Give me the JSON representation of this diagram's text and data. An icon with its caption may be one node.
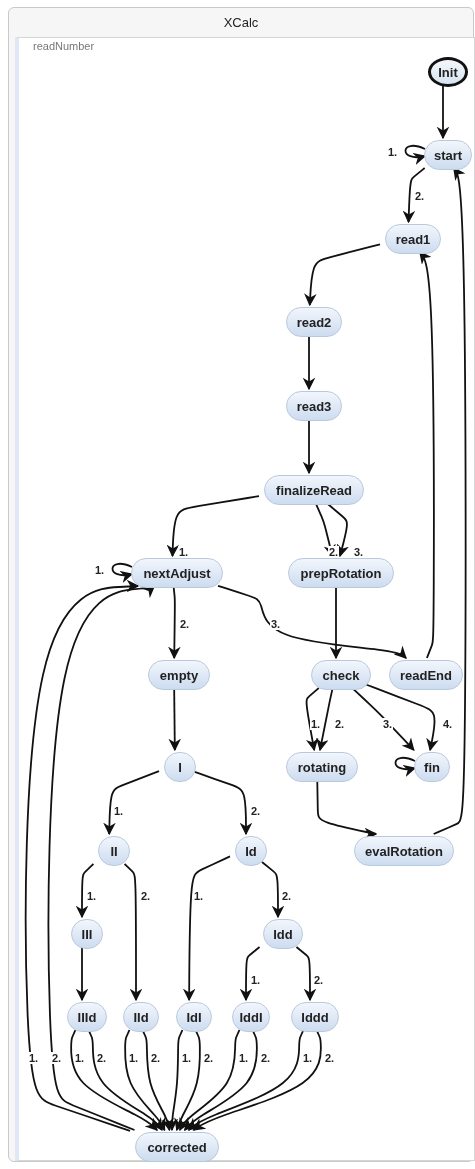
{
  "diagram": {
    "nodes": [
      {
        "text": [
          "XCalc"
        ]
      },
      {
        "text": [
          "readNumber"
        ],
        "in": 0
      },
      {
        "text": [
          "Init"
        ],
        "in": 1
      },
      {
        "text": [
          "start"
        ],
        "in": 1
      },
      {
        "text": [
          "read1"
        ],
        "in": 1
      },
      {
        "text": [
          "read2"
        ],
        "in": 1
      },
      {
        "text": [
          "read3"
        ],
        "in": 1
      },
      {
        "text": [
          "finalizeRead"
        ],
        "in": 1
      },
      {
        "text": [
          "nextAdjust"
        ],
        "in": 1
      },
      {
        "text": [
          "prepRotation"
        ],
        "in": 1
      },
      {
        "text": [
          "empty"
        ],
        "in": 1
      },
      {
        "text": [
          "check"
        ],
        "in": 1
      },
      {
        "text": [
          "readEnd"
        ],
        "in": 1
      },
      {
        "text": [
          "I"
        ],
        "in": 1
      },
      {
        "text": [
          "rotating"
        ],
        "in": 1
      },
      {
        "text": [
          "fin"
        ],
        "in": 1
      },
      {
        "text": [
          "II"
        ],
        "in": 1
      },
      {
        "text": [
          "Id"
        ],
        "in": 1
      },
      {
        "text": [
          "evalRotation"
        ],
        "in": 1
      },
      {
        "text": [
          "III"
        ],
        "in": 1
      },
      {
        "text": [
          "Idd"
        ],
        "in": 1
      },
      {
        "text": [
          "IIId"
        ],
        "in": 1
      },
      {
        "text": [
          "IId"
        ],
        "in": 1
      },
      {
        "text": [
          "IdI"
        ],
        "in": 1
      },
      {
        "text": [
          "IddI"
        ],
        "in": 1
      },
      {
        "text": [
          "Iddd"
        ],
        "in": 1
      },
      {
        "text": [
          "corrected"
        ],
        "in": 1
      }
    ],
    "edges": [
      {
        "from": 2,
        "to": 3,
        "arrow": "to"
      },
      {
        "from": 3,
        "to": 3,
        "arrow": "to",
        "label": "1."
      },
      {
        "from": 3,
        "to": 4,
        "arrow": "to",
        "label": "2."
      },
      {
        "from": 4,
        "to": 5,
        "arrow": "to"
      },
      {
        "from": 5,
        "to": 6,
        "arrow": "to"
      },
      {
        "from": 6,
        "to": 7,
        "arrow": "to"
      },
      {
        "from": 7,
        "to": 8,
        "arrow": "to",
        "label": "1."
      },
      {
        "from": 7,
        "to": 9,
        "arrow": "to",
        "label": "2."
      },
      {
        "from": 7,
        "to": 9,
        "arrow": "to",
        "label": "3."
      },
      {
        "from": 8,
        "to": 8,
        "arrow": "to",
        "label": "1."
      },
      {
        "from": 8,
        "to": 10,
        "arrow": "to",
        "label": "2."
      },
      {
        "from": 8,
        "to": 12,
        "arrow": "to",
        "label": "3."
      },
      {
        "from": 9,
        "to": 11,
        "arrow": "to"
      },
      {
        "from": 12,
        "to": 4,
        "arrow": "to"
      },
      {
        "from": 11,
        "to": 14,
        "arrow": "to",
        "label": "1."
      },
      {
        "from": 11,
        "to": 14,
        "arrow": "to",
        "label": "2."
      },
      {
        "from": 11,
        "to": 15,
        "arrow": "to",
        "label": "3."
      },
      {
        "from": 11,
        "to": 15,
        "arrow": "to",
        "label": "4."
      },
      {
        "from": 15,
        "to": 15,
        "arrow": "to"
      },
      {
        "from": 10,
        "to": 13,
        "arrow": "to"
      },
      {
        "from": 13,
        "to": 16,
        "arrow": "to",
        "label": "1."
      },
      {
        "from": 13,
        "to": 17,
        "arrow": "to",
        "label": "2."
      },
      {
        "from": 14,
        "to": 18,
        "arrow": "to"
      },
      {
        "from": 18,
        "to": 3,
        "arrow": "to"
      },
      {
        "from": 16,
        "to": 19,
        "arrow": "to",
        "label": "1."
      },
      {
        "from": 16,
        "to": 22,
        "arrow": "to",
        "label": "2."
      },
      {
        "from": 17,
        "to": 23,
        "arrow": "to",
        "label": "1."
      },
      {
        "from": 17,
        "to": 20,
        "arrow": "to",
        "label": "2."
      },
      {
        "from": 19,
        "to": 21,
        "arrow": "to"
      },
      {
        "from": 20,
        "to": 24,
        "arrow": "to",
        "label": "1."
      },
      {
        "from": 20,
        "to": 25,
        "arrow": "to",
        "label": "2."
      },
      {
        "from": 21,
        "to": 26,
        "arrow": "to",
        "label": "1."
      },
      {
        "from": 21,
        "to": 26,
        "arrow": "to",
        "label": "2."
      },
      {
        "from": 22,
        "to": 26,
        "arrow": "to",
        "label": "1."
      },
      {
        "from": 22,
        "to": 26,
        "arrow": "to",
        "label": "2."
      },
      {
        "from": 23,
        "to": 26,
        "arrow": "to",
        "label": "1."
      },
      {
        "from": 23,
        "to": 26,
        "arrow": "to",
        "label": "2."
      },
      {
        "from": 24,
        "to": 26,
        "arrow": "to",
        "label": "1."
      },
      {
        "from": 24,
        "to": 26,
        "arrow": "to",
        "label": "2."
      },
      {
        "from": 25,
        "to": 26,
        "arrow": "to",
        "label": "1."
      },
      {
        "from": 25,
        "to": 26,
        "arrow": "to",
        "label": "2."
      },
      {
        "from": 26,
        "to": 8,
        "arrow": "to",
        "label": "1."
      },
      {
        "from": 26,
        "to": 8,
        "arrow": "to",
        "label": "2."
      }
    ]
  }
}
